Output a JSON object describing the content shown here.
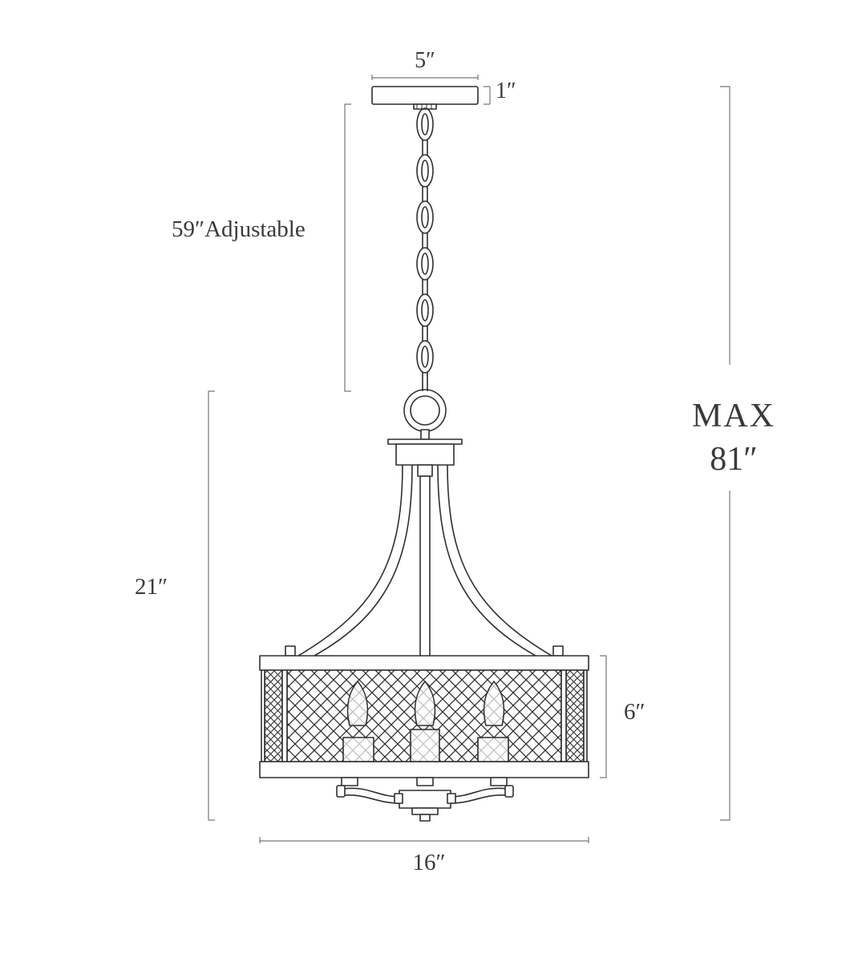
{
  "dimensions": {
    "canopy_width": "5″",
    "canopy_height": "1″",
    "chain_length": "59″Adjustable",
    "fixture_height": "21″",
    "drum_height": "6″",
    "fixture_width": "16″",
    "max_label": "MAX",
    "max_value": "81″"
  },
  "colors": {
    "line": "#3a3a3a",
    "dimension_line": "#777777",
    "background": "#ffffff"
  },
  "components": [
    "canopy",
    "chain",
    "ring",
    "arms",
    "drum-shade",
    "lattice-mesh",
    "candle-sockets",
    "bottom-finial"
  ]
}
